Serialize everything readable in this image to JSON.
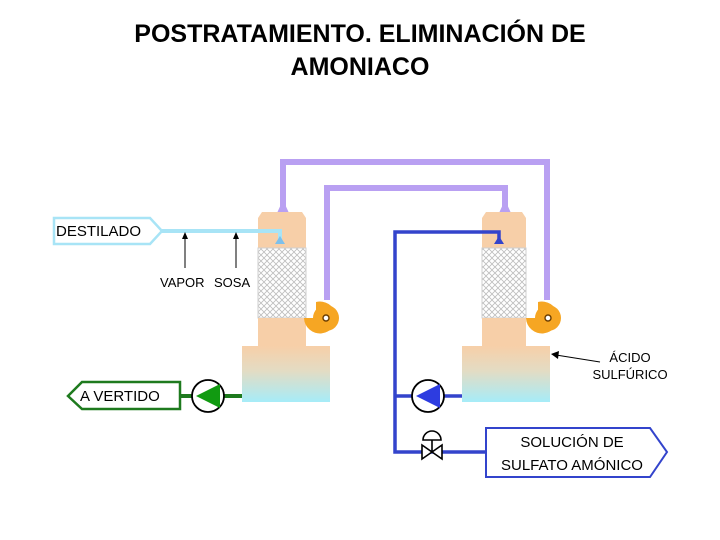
{
  "title": {
    "line1": "POSTRATAMIENTO. ELIMINACIÓN DE",
    "line2": "AMONIACO"
  },
  "labels": {
    "destilado": "DESTILADO",
    "vapor": "VAPOR",
    "sosa": "SOSA",
    "a_vertido": "A VERTIDO",
    "acido_line1": "ÁCIDO",
    "acido_line2": "SULFÚRICO",
    "solucion_line1": "SOLUCIÓN DE",
    "solucion_line2": "SULFATO AMÓNICO"
  },
  "colors": {
    "lilac_pipe": "#b9a0f2",
    "blue_pipe": "#3344cc",
    "light_blue_pipe": "#a8e4f6",
    "green_pipe": "#1e7a1e",
    "vessel": "#f7cfa8",
    "fan": "#f6a623",
    "liquid": "#b2ecf6",
    "pump_green": "#119a11",
    "pump_blue": "#2d3ce0"
  },
  "icons": {
    "left_pump": "pump-icon",
    "right_pump": "pump-icon",
    "left_fan": "fan-icon",
    "right_fan": "fan-icon",
    "valve": "valve-icon"
  }
}
